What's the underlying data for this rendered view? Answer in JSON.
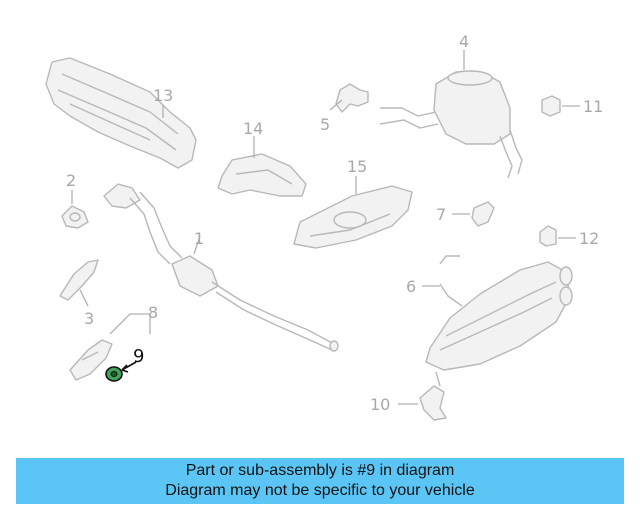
{
  "callouts": {
    "c1": "1",
    "c2": "2",
    "c3": "3",
    "c4": "4",
    "c5": "5",
    "c6": "6",
    "c7": "7",
    "c8": "8",
    "c9": "9",
    "c10": "10",
    "c11": "11",
    "c12": "12",
    "c13": "13",
    "c14": "14",
    "c15": "15"
  },
  "highlight_part": "9",
  "banner": {
    "line1": "Part or sub-assembly is #9 in diagram",
    "line2": "Diagram may not be specific to your vehicle"
  },
  "colors": {
    "banner_bg": "#5bc6f5",
    "part_stroke": "#b8b8b8",
    "highlight": "#111111",
    "highlight_fill": "#3fa35a"
  }
}
